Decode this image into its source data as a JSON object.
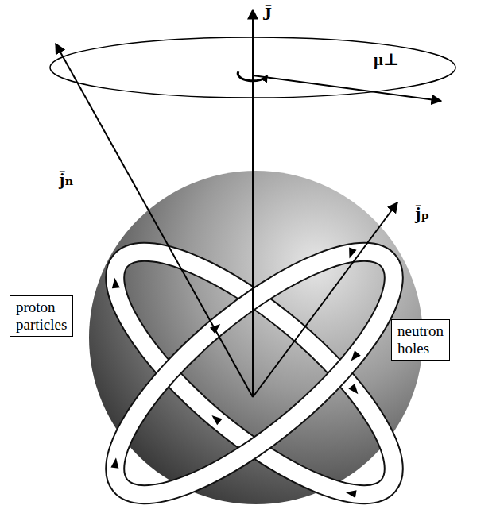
{
  "diagram": {
    "nodes": [
      {
        "text": [
          "proton particles"
        ]
      },
      {
        "text": [
          "neutron holes"
        ]
      }
    ],
    "labels": [
      "J̄",
      "μ⊥",
      "j̄ₙ",
      "j̄ₚ"
    ]
  }
}
